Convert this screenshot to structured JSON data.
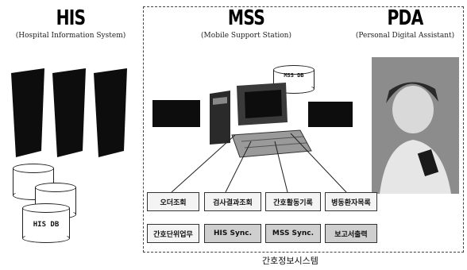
{
  "his": {
    "title": "HIS",
    "subtitle": "(Hospital Information System)",
    "db_label": "HIS DB"
  },
  "mss": {
    "title": "MSS",
    "subtitle": "(Mobile Support Station)",
    "db_label": "MSS DB"
  },
  "pda": {
    "title": "PDA",
    "subtitle": "(Personal Digital Assistant)"
  },
  "modules": {
    "row1": [
      "오더조회",
      "검사결과조회",
      "간호활동기록",
      "병동환자목록"
    ],
    "row2": [
      "간호단위업무",
      "HIS Sync.",
      "MSS Sync.",
      "보고서출력"
    ]
  },
  "caption": "간호정보시스템",
  "colors": {
    "server": "#0d0d0d",
    "module_box": "#f4f4f4",
    "sync_box": "#cfcfcf"
  }
}
